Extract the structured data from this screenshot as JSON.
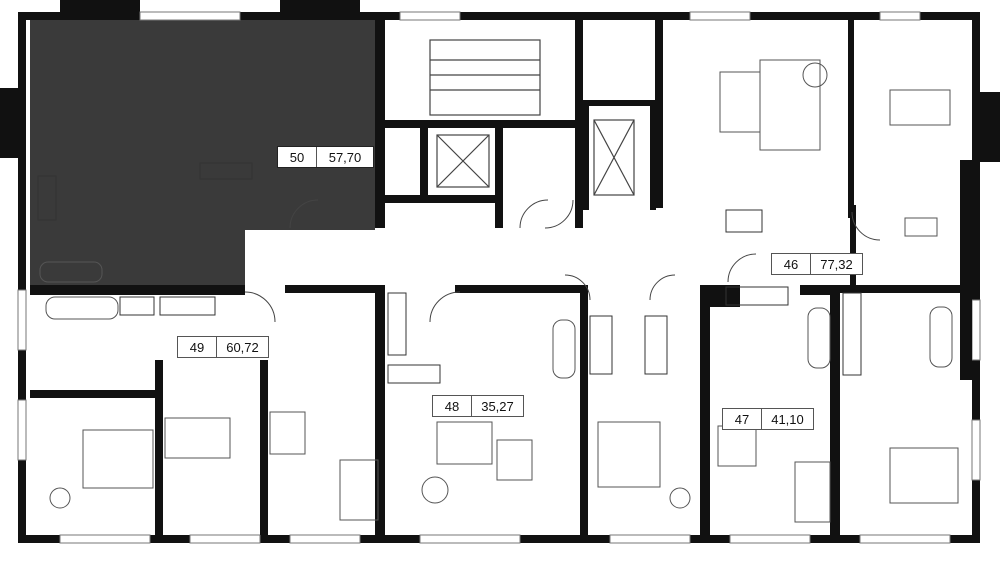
{
  "apartments": [
    {
      "number": "50",
      "area": "57,70",
      "highlighted": true
    },
    {
      "number": "49",
      "area": "60,72",
      "highlighted": false
    },
    {
      "number": "48",
      "area": "35,27",
      "highlighted": false
    },
    {
      "number": "47",
      "area": "41,10",
      "highlighted": false
    },
    {
      "number": "46",
      "area": "77,32",
      "highlighted": false
    }
  ],
  "colors": {
    "wall": "#111111",
    "highlight": "#3a3a3a",
    "background": "#ffffff",
    "line": "#444444"
  }
}
